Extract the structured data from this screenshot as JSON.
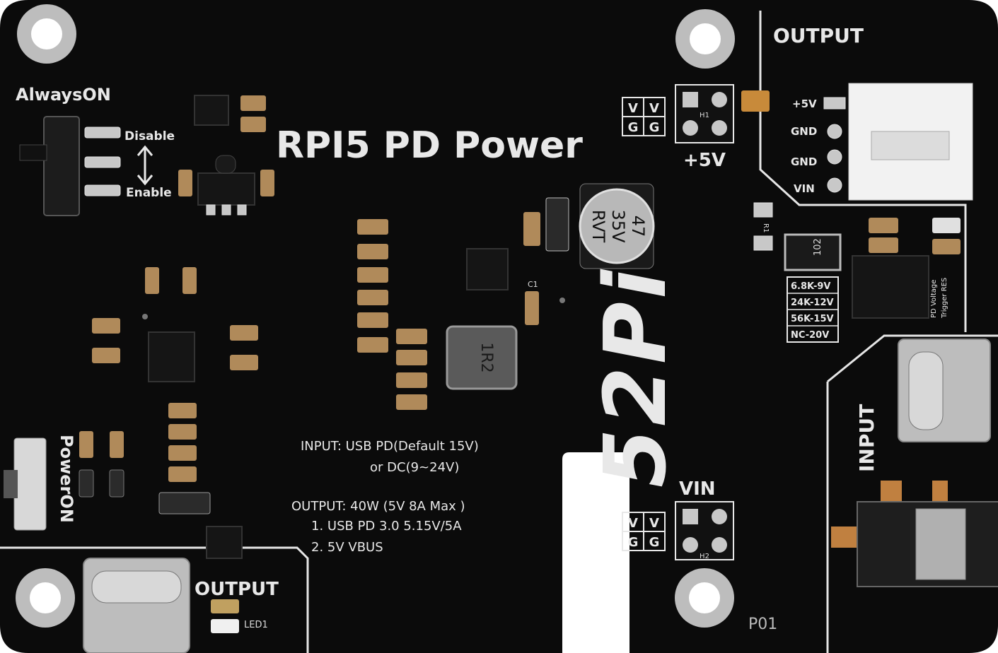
{
  "board": {
    "title": "RPI5 PD Power",
    "brand": "52Pi",
    "revision": "P01",
    "colors": {
      "board": "#0b0b0b",
      "silkscreen": "#e8e8e8",
      "pad": "#c8c8c8",
      "mount_hole": "#bdbdbd"
    }
  },
  "labels": {
    "always_on": "AlwaysON",
    "disable": "Disable",
    "enable": "Enable",
    "power_on": "PowerON",
    "output_top": "OUTPUT",
    "output_bottom": "OUTPUT",
    "input": "INPUT",
    "plus5v_header": "+5V",
    "vin_header": "VIN",
    "led1": "LED1",
    "c1": "C1",
    "v": "V",
    "g": "G",
    "h1": "H1",
    "h2": "H2",
    "r1": "R1",
    "pd_voltage": "PD Voltage",
    "trigger_res": "Trigger RES"
  },
  "connector_pins": [
    "+5V",
    "GND",
    "GND",
    "VIN"
  ],
  "voltage_table": [
    "6.8K-9V",
    "24K-12V",
    "56K-15V",
    "NC-20V"
  ],
  "specs": {
    "input_line1": "INPUT: USB PD(Default 15V)",
    "input_line2": "or DC(9~24V)",
    "output_line1": "OUTPUT: 40W (5V 8A Max )",
    "output_line2": "1. USB PD 3.0 5.15V/5A",
    "output_line3": "2. 5V VBUS"
  },
  "components": {
    "capacitor_line1": "47",
    "capacitor_line2": "35V",
    "capacitor_line3": "RVT",
    "inductor": "1R2",
    "resistor_102": "102"
  }
}
